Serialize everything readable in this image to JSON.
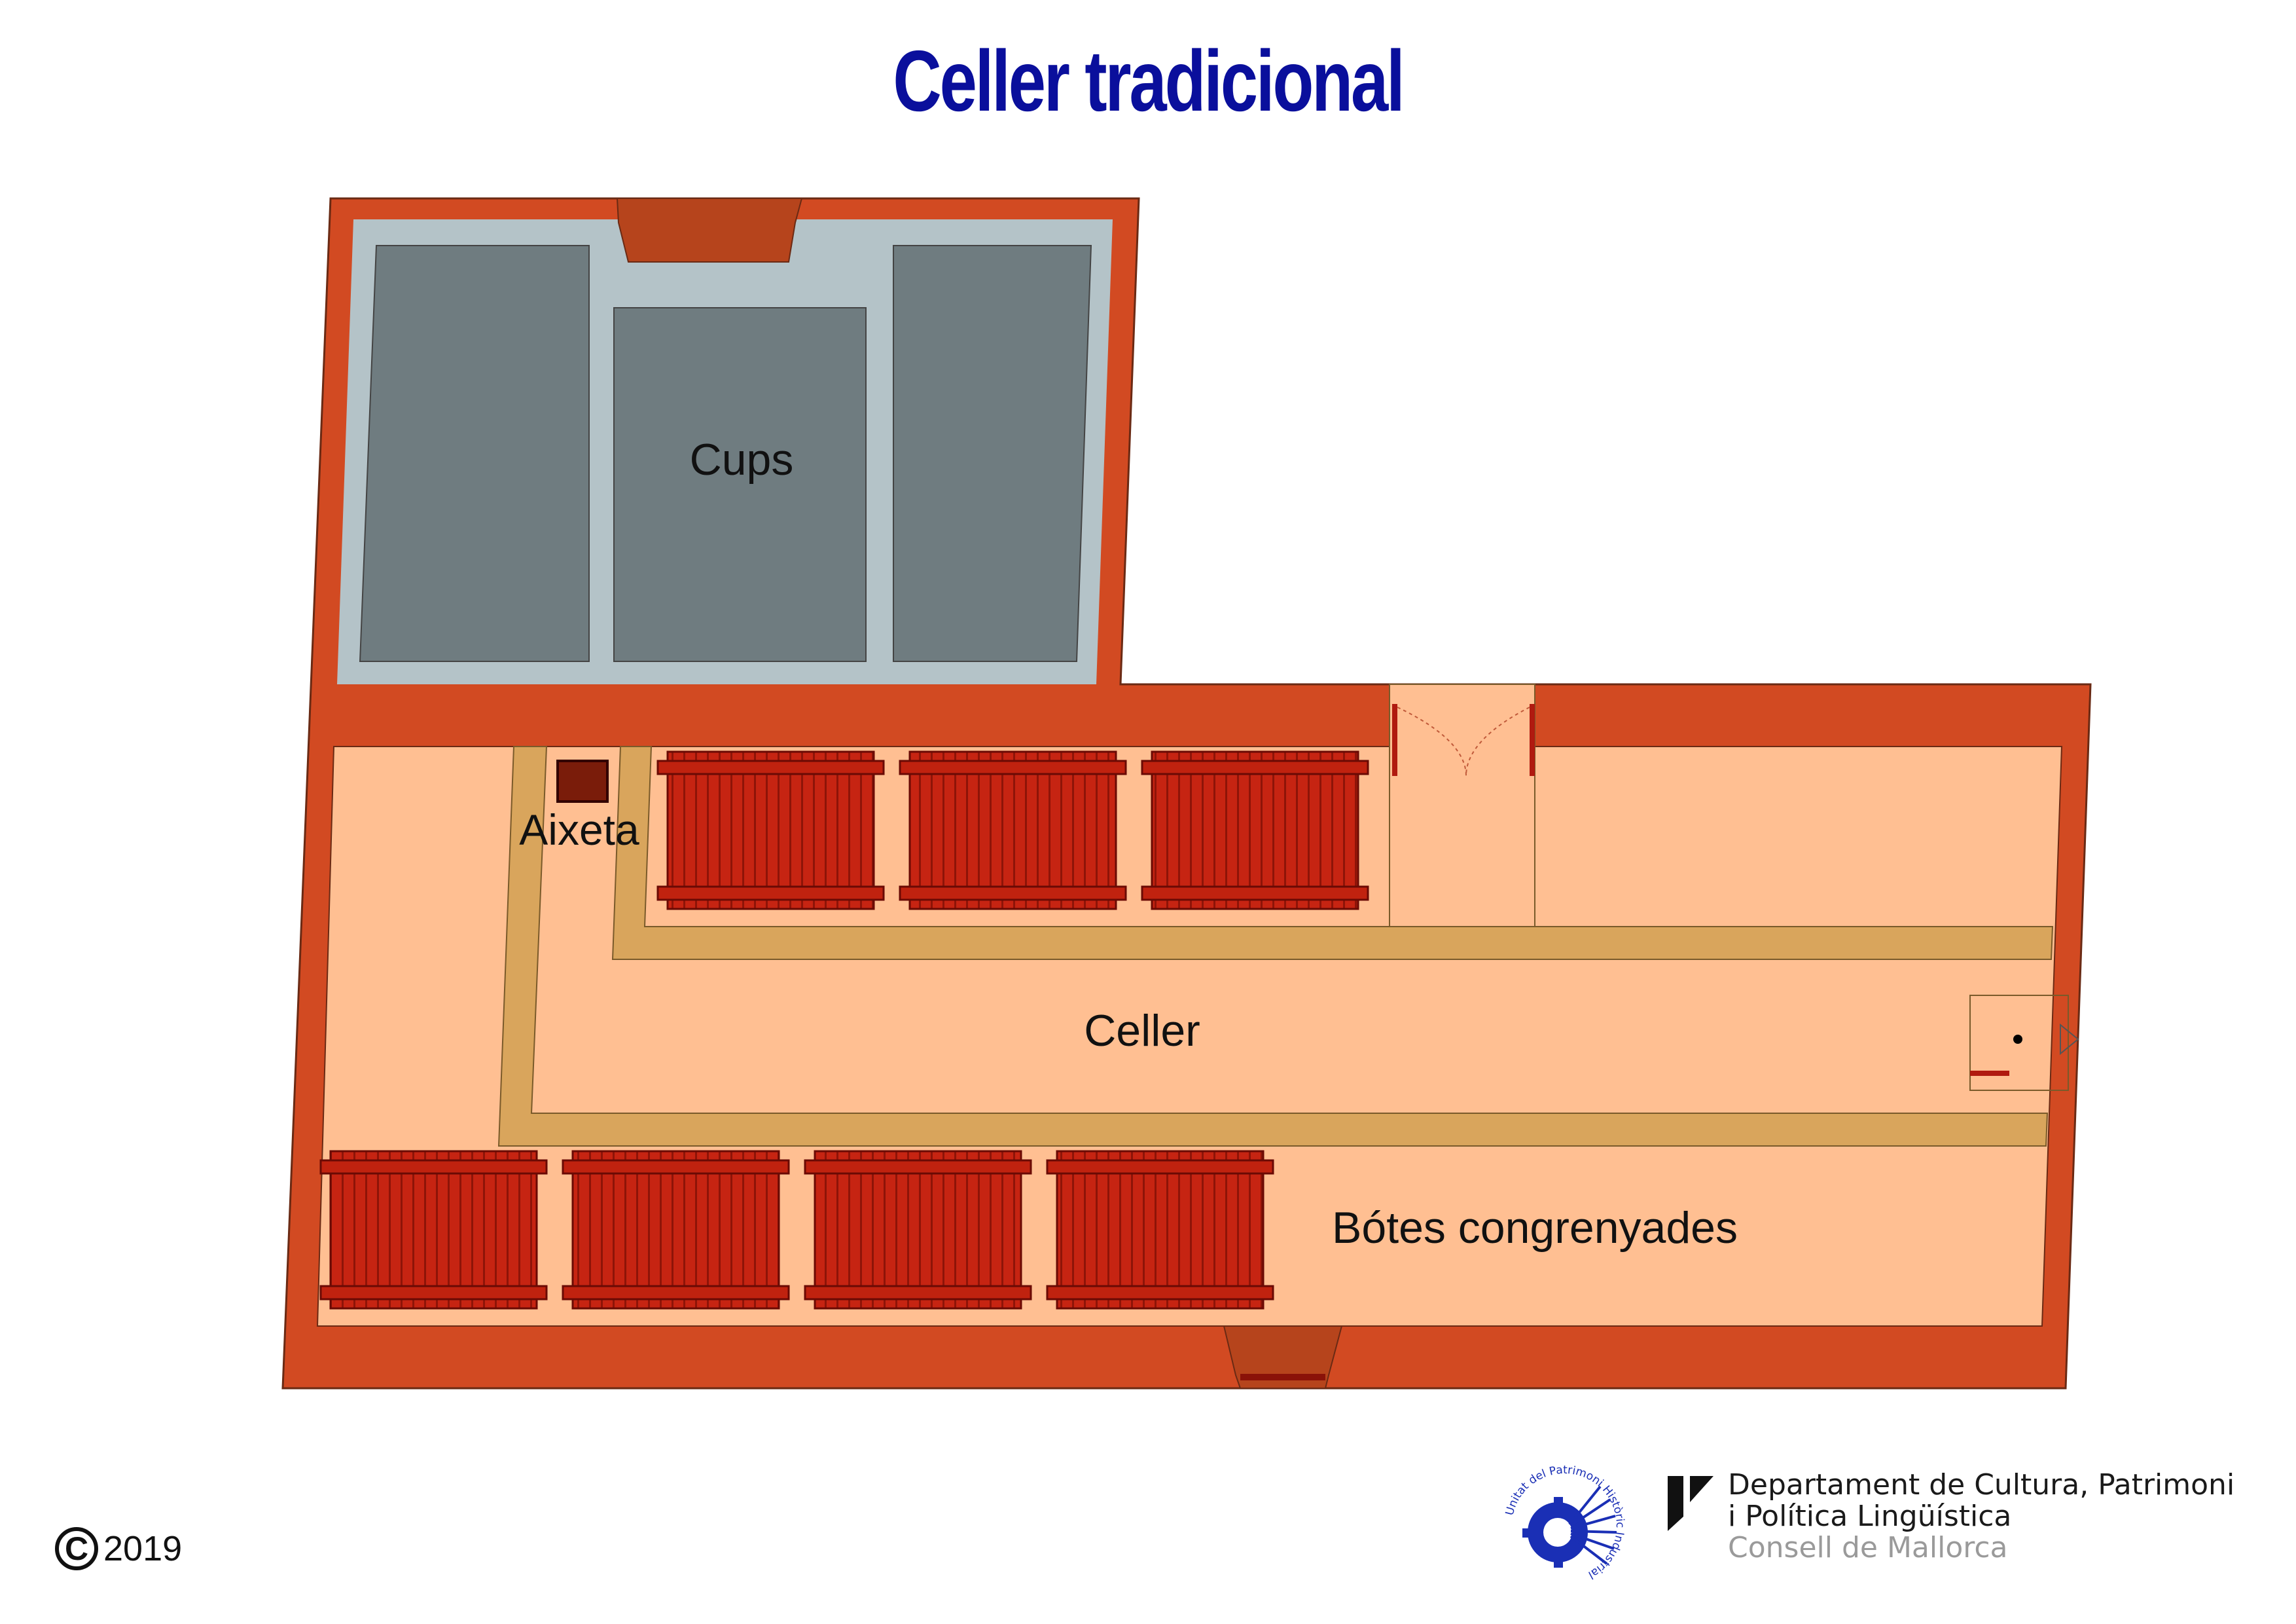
{
  "title": "Celler tradicional",
  "labels": {
    "cups": "Cups",
    "aixeta": "Aixeta",
    "celler": "Celler",
    "botes": "Bótes congrenyades"
  },
  "copyright": {
    "symbol": "C",
    "year": "2019"
  },
  "department": {
    "line1": "Departament de Cultura, Patrimoni",
    "line2": "i Política Lingüística",
    "line3": "Consell de Mallorca"
  },
  "seal": {
    "text": "Unitat del Patrimoni Històric Industrial"
  },
  "colors": {
    "wall": "#d24a22",
    "floor": "#ffbf92",
    "cups_border": "#b4c3c8",
    "cups_fill": "#6f7c80",
    "channel": "#d9a55c",
    "barrel": "#c0220f",
    "barrel_dark": "#8a1208",
    "title": "#0a0f9c"
  }
}
